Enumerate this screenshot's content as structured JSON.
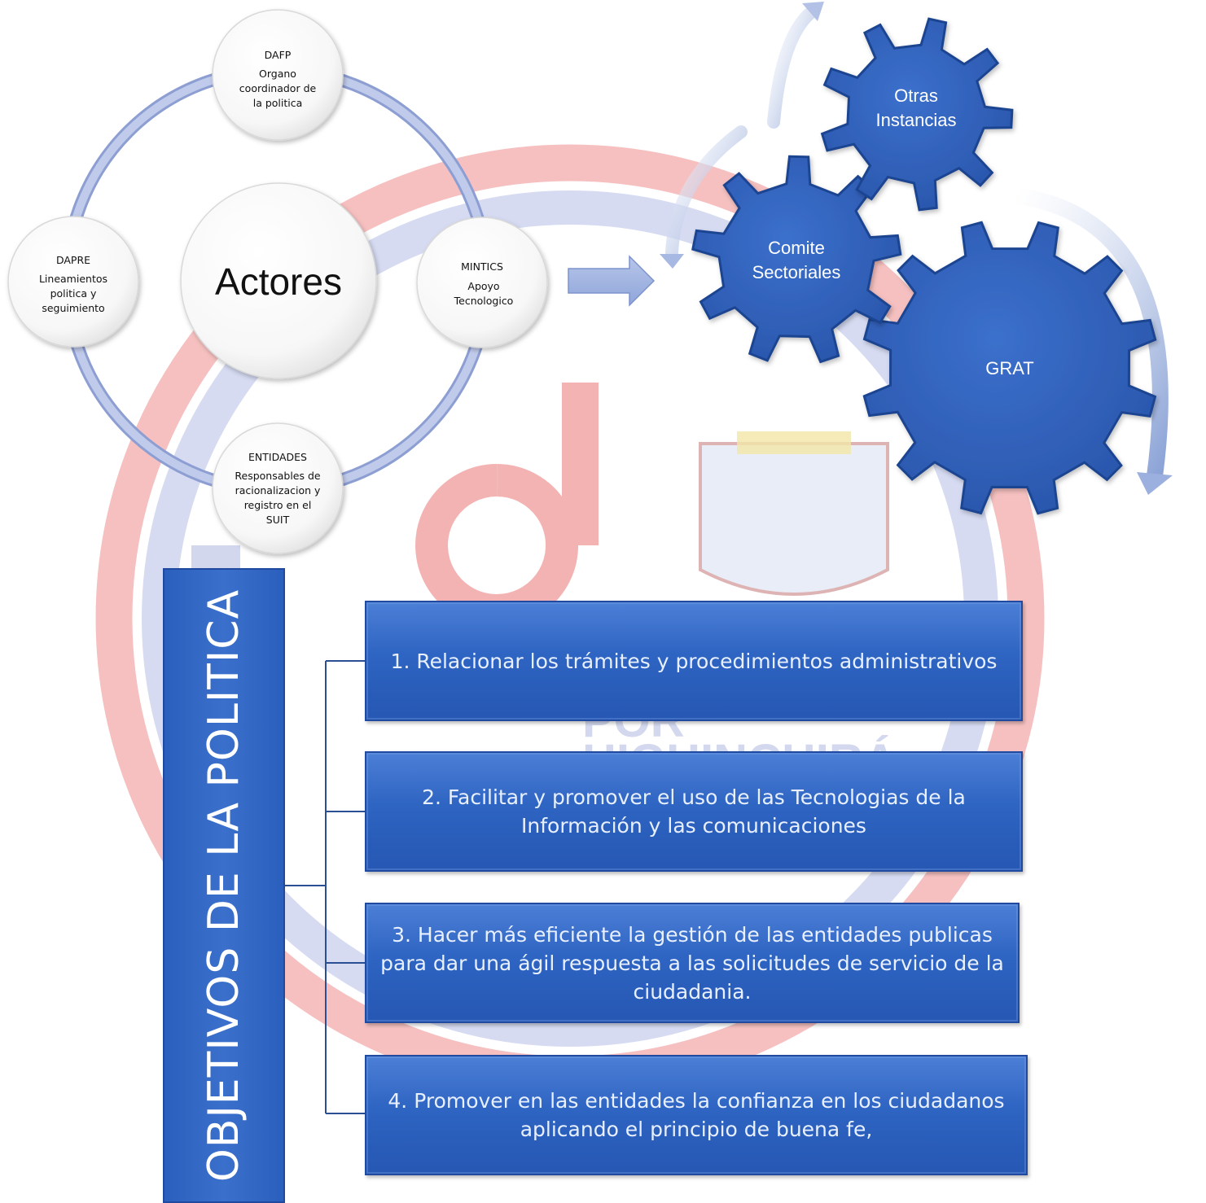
{
  "actors": {
    "center": "Actores",
    "dafp": {
      "title": "DAFP",
      "lines": [
        "Organo",
        "coordinador de",
        "la politica"
      ]
    },
    "mintics": {
      "title": "MINTICS",
      "lines": [
        "Apoyo",
        "Tecnologico"
      ]
    },
    "entidades": {
      "title": "ENTIDADES",
      "lines": [
        "Responsables de",
        "racionalizacion y",
        "registro en el",
        "SUIT"
      ]
    },
    "dapre": {
      "title": "DAPRE",
      "lines": [
        "Lineamientos",
        "politica y",
        "seguimiento"
      ]
    }
  },
  "gears": {
    "otras": [
      "Otras",
      "Instancias"
    ],
    "comite": [
      "Comite",
      "Sectoriales"
    ],
    "grat": [
      "GRAT"
    ]
  },
  "objectives": {
    "title": "OBJETIVOS DE LA POLITICA",
    "items": [
      "1. Relacionar los trámites y procedimientos administrativos",
      "2. Facilitar y promover el uso de las Tecnologias de la Información y las comunicaciones",
      "3. Hacer más eficiente la gestión de las entidades publicas para dar una ágil respuesta a las solicitudes de servicio de la ciudadania.",
      "4. Promover en las entidades la confianza en los ciudadanos aplicando el principio de buena fe,"
    ]
  },
  "watermark": {
    "words": [
      "POR",
      "HIGHINCHIRÁ"
    ]
  },
  "colors": {
    "gear_fill": "#2f5fb8",
    "box_fill": "#2e64c2",
    "ring": "#a8b6de",
    "watermark_red": "#f4a8a8",
    "watermark_blue": "#c7cdea"
  }
}
